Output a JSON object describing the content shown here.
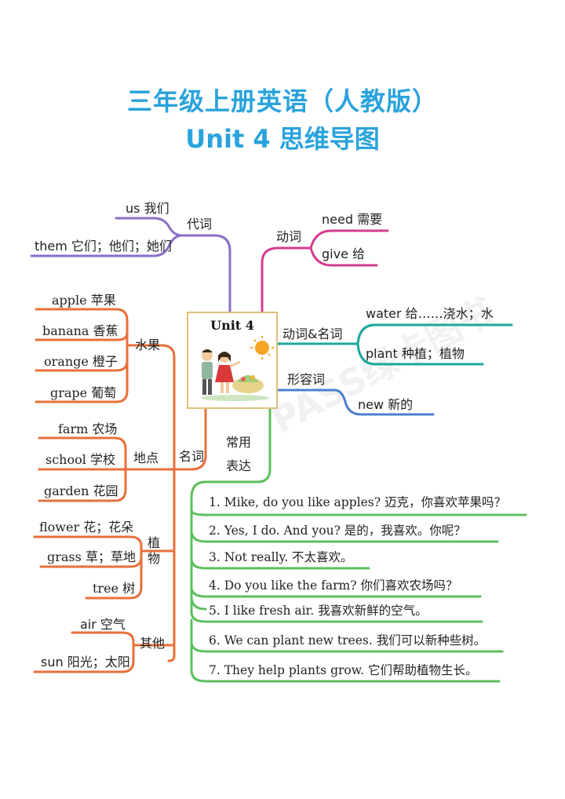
{
  "title": {
    "line1": "三年级上册英语（人教版）",
    "line2": "Unit 4 思维导图"
  },
  "center": {
    "label": "Unit 4"
  },
  "watermark": "PASS绿卡图书",
  "branches": {
    "pronoun": {
      "label": "代词",
      "items": [
        "us 我们",
        "them 它们；他们；她们"
      ]
    },
    "verb": {
      "label": "动词",
      "items": [
        "need 需要",
        "give 给"
      ]
    },
    "verb_noun": {
      "label": "动词&名词",
      "items": [
        "water 给……浇水；水",
        "plant 种植；植物"
      ]
    },
    "adjective": {
      "label": "形容词",
      "items": [
        "new 新的"
      ]
    },
    "noun": {
      "label": "名词",
      "fruit": {
        "label": "水果",
        "items": [
          "apple 苹果",
          "banana 香蕉",
          "orange 橙子",
          "grape 葡萄"
        ]
      },
      "place": {
        "label": "地点",
        "items": [
          "farm 农场",
          "school 学校",
          "garden 花园"
        ]
      },
      "plant": {
        "label": "植物",
        "items": [
          "flower 花；花朵",
          "grass 草；草地",
          "tree 树"
        ]
      },
      "other": {
        "label": "其他",
        "items": [
          "air 空气",
          "sun 阳光；太阳"
        ]
      }
    },
    "expressions": {
      "label_line1": "常用",
      "label_line2": "表达",
      "items": [
        "1. Mike, do you like apples? 迈克，你喜欢苹果吗？",
        "2. Yes, I do. And you? 是的，我喜欢。你呢？",
        "3. Not really. 不太喜欢。",
        "4. Do you like the farm? 你们喜欢农场吗？",
        "5. I like fresh air. 我喜欢新鲜的空气。",
        "6. We can plant new trees. 我们可以新种些树。",
        "7. They help plants grow. 它们帮助植物生长。"
      ]
    }
  },
  "colors": {
    "title": "#2aa3dc",
    "pronoun": "#8a6fc8",
    "verb": "#d63b8f",
    "verb_noun": "#1aa89a",
    "adjective": "#4a7fd0",
    "noun": "#e8703a",
    "expressions": "#5cbf5c"
  }
}
